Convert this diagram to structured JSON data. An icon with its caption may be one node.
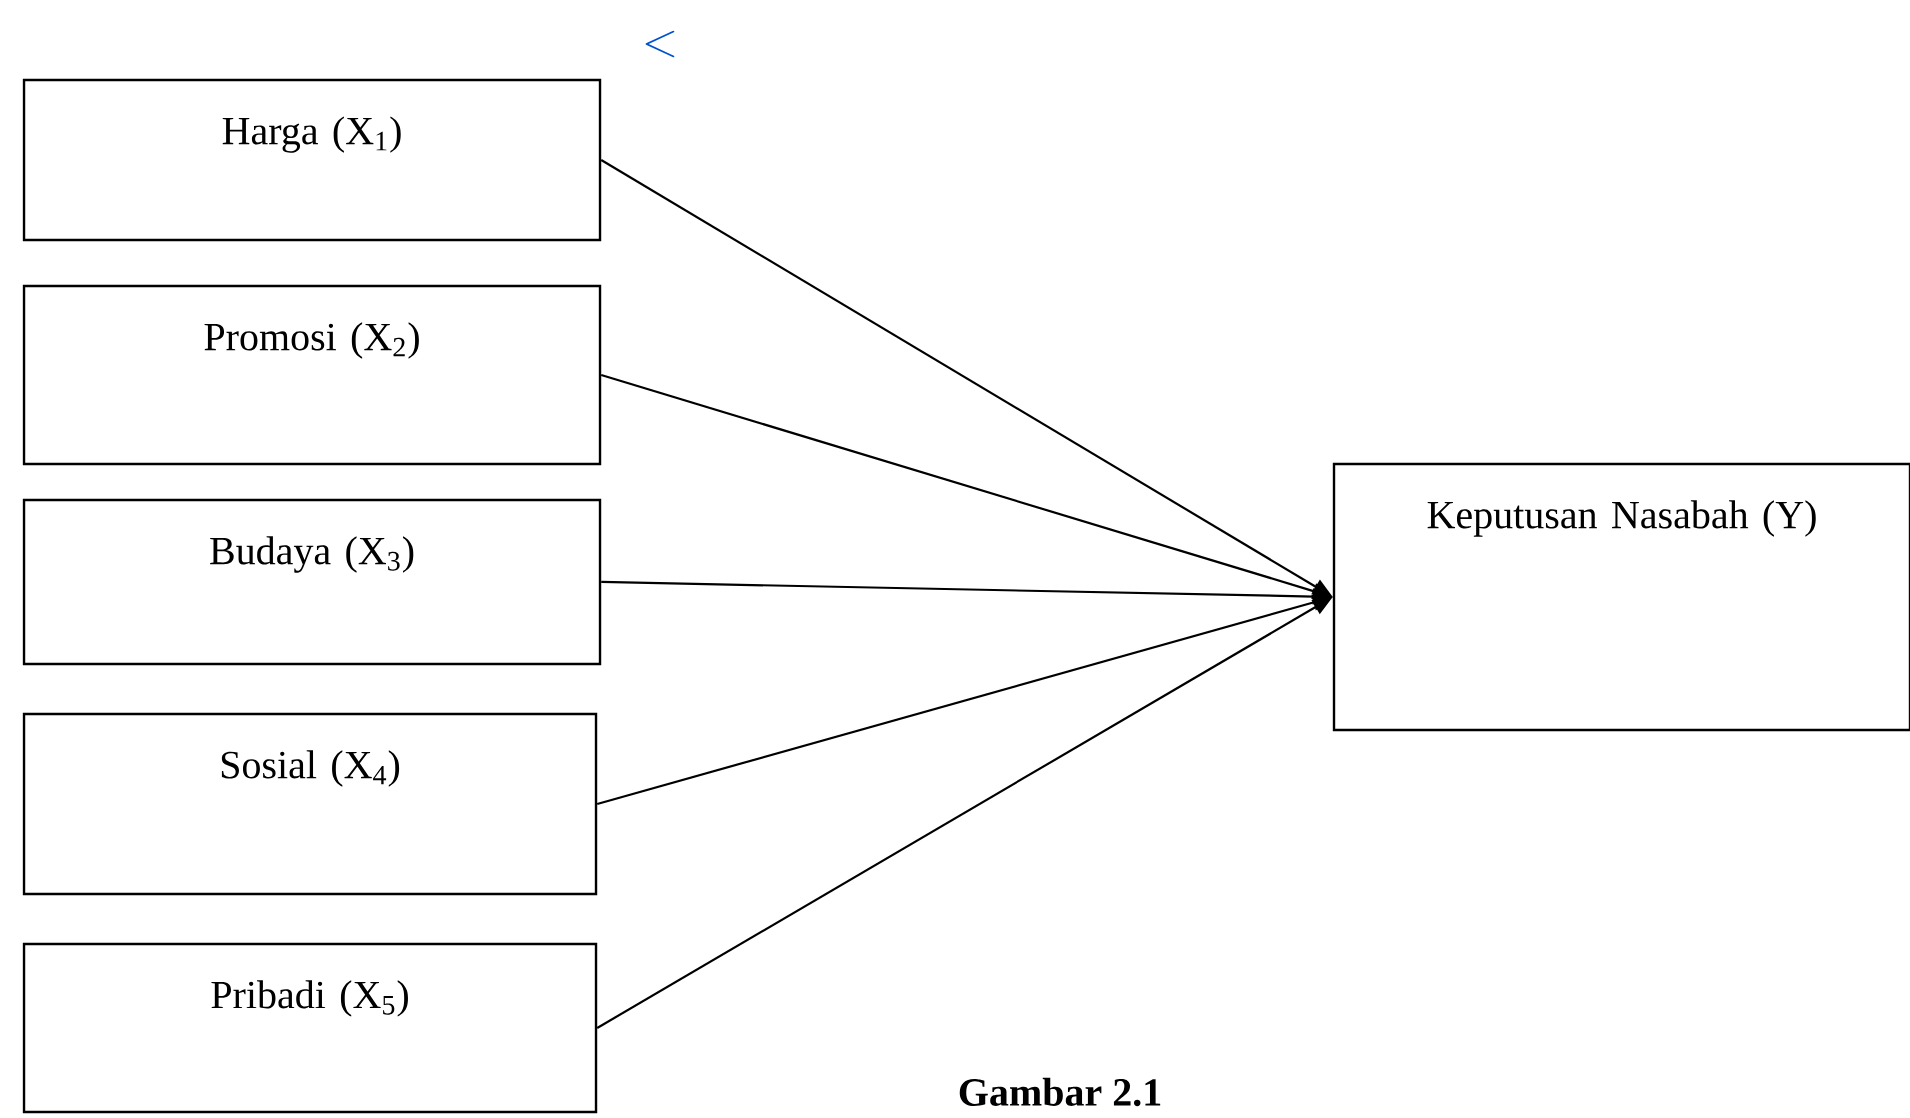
{
  "diagram": {
    "caption": "Gambar 2.1",
    "nodes": [
      {
        "text": [
          "Harga (X$_{1}$)"
        ]
      },
      {
        "text": [
          "Promosi (X$_{2}$)"
        ]
      },
      {
        "text": [
          "Budaya (X$_{3}$)"
        ]
      },
      {
        "text": [
          "Sosial (X$_{4}$)"
        ]
      },
      {
        "text": [
          "Pribadi (X$_{5}$)"
        ]
      },
      {
        "text": [
          "Keputusan Nasabah (Y)"
        ]
      }
    ],
    "edges": [
      {
        "from": 0,
        "to": 5,
        "arrow": "to"
      },
      {
        "from": 1,
        "to": 5,
        "arrow": "to"
      },
      {
        "from": 2,
        "to": 5,
        "arrow": "to"
      },
      {
        "from": 3,
        "to": 5,
        "arrow": "to"
      },
      {
        "from": 4,
        "to": 5,
        "arrow": "to"
      }
    ],
    "labels": [
      "<"
    ]
  }
}
